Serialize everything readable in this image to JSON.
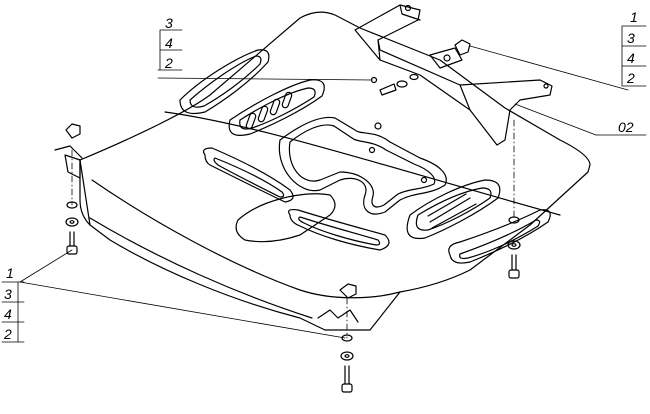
{
  "callouts": {
    "top_left": {
      "lines": [
        "3",
        "4",
        "2"
      ]
    },
    "top_right": {
      "lines": [
        "1",
        "3",
        "4",
        "2"
      ]
    },
    "part_02": {
      "label": "02"
    },
    "bottom_left": {
      "lines": [
        "1",
        "3",
        "4",
        "2"
      ]
    }
  },
  "colors": {
    "stroke": "#000000",
    "background": "#ffffff"
  }
}
